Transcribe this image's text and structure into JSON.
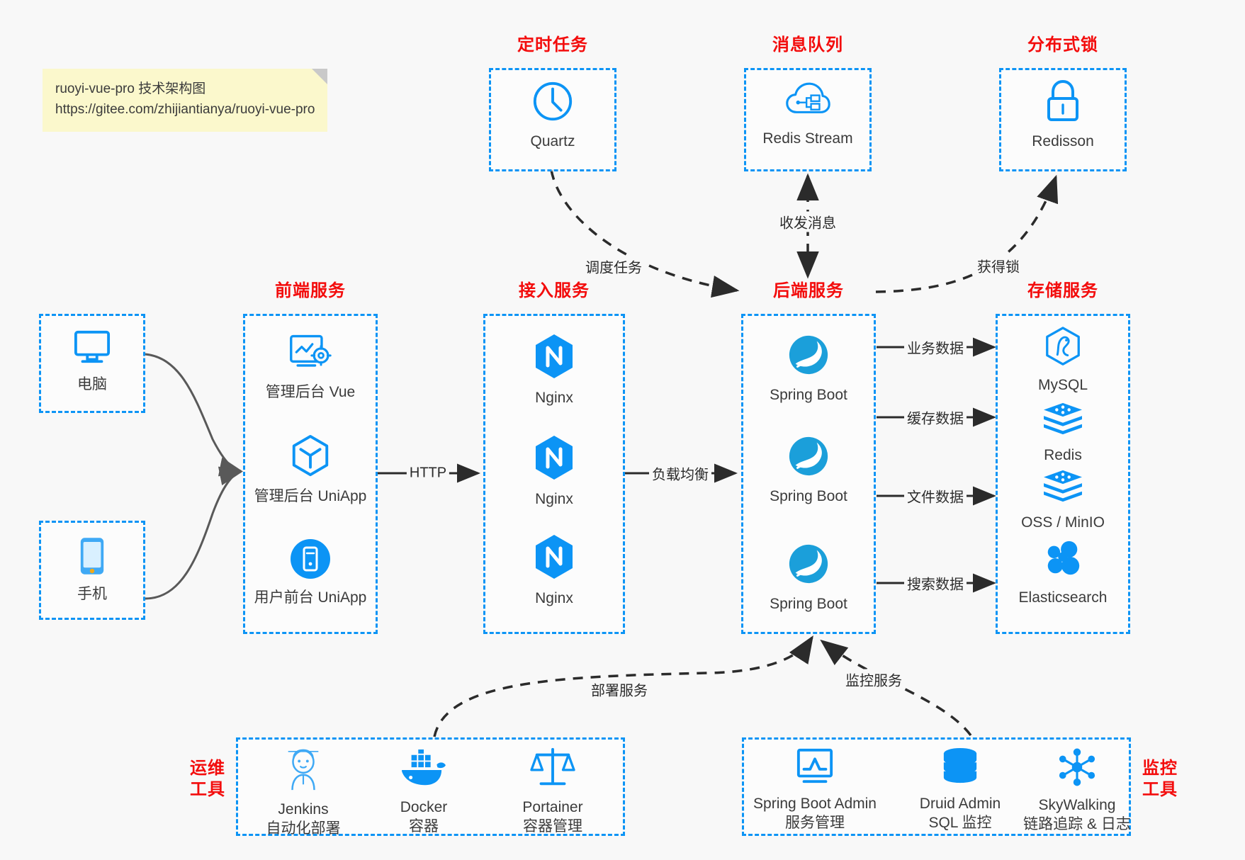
{
  "note": {
    "line1": "ruoyi-vue-pro 技术架构图",
    "line2": "https://gitee.com/zhijiantianya/ruoyi-vue-pro"
  },
  "colors": {
    "group_border": "#0c94f5",
    "group_title": "#f30c0c",
    "icon_blue": "#0c94f5",
    "background": "#f8f8f8",
    "edge": "#2b2b2b",
    "soft_edge": "#4d4d4d",
    "note_bg": "#fbf8cc"
  },
  "groups": {
    "scheduler": {
      "title": "定时任务"
    },
    "mq": {
      "title": "消息队列"
    },
    "lock": {
      "title": "分布式锁"
    },
    "frontend": {
      "title": "前端服务"
    },
    "gateway": {
      "title": "接入服务"
    },
    "backend": {
      "title": "后端服务"
    },
    "storage": {
      "title": "存储服务"
    },
    "devops": {
      "title": "运维\n工具",
      "title_l1": "运维",
      "title_l2": "工具"
    },
    "monitor": {
      "title": "监控\n工具",
      "title_l1": "监控",
      "title_l2": "工具"
    },
    "client_pc": {
      "title": ""
    },
    "client_mobile": {
      "title": ""
    }
  },
  "nodes": {
    "quartz": {
      "label": "Quartz",
      "icon": "clock-icon"
    },
    "redis_stream": {
      "label": "Redis Stream",
      "icon": "cloud-network-icon"
    },
    "redisson": {
      "label": "Redisson",
      "icon": "lock-icon"
    },
    "pc": {
      "label": "电脑",
      "icon": "desktop-monitor-icon"
    },
    "mobile": {
      "label": "手机",
      "icon": "smartphone-icon"
    },
    "admin_vue": {
      "label": "管理后台 Vue",
      "icon": "dashboard-gear-icon"
    },
    "admin_uniapp": {
      "label": "管理后台 UniApp",
      "icon": "uniapp-cube-icon"
    },
    "user_uniapp": {
      "label": "用户前台 UniApp",
      "icon": "mobile-circle-icon"
    },
    "nginx1": {
      "label": "Nginx",
      "icon": "nginx-icon"
    },
    "nginx2": {
      "label": "Nginx",
      "icon": "nginx-icon"
    },
    "nginx3": {
      "label": "Nginx",
      "icon": "nginx-icon"
    },
    "springboot1": {
      "label": "Spring Boot",
      "icon": "spring-boot-icon"
    },
    "springboot2": {
      "label": "Spring Boot",
      "icon": "spring-boot-icon"
    },
    "springboot3": {
      "label": "Spring Boot",
      "icon": "spring-boot-icon"
    },
    "mysql": {
      "label": "MySQL",
      "icon": "mysql-icon"
    },
    "redis": {
      "label": "Redis",
      "icon": "redis-icon"
    },
    "oss": {
      "label": "OSS / MinIO",
      "icon": "oss-icon"
    },
    "elasticsearch": {
      "label": "Elasticsearch",
      "icon": "elasticsearch-icon"
    },
    "jenkins": {
      "label": "Jenkins",
      "sub": "自动化部署",
      "icon": "jenkins-icon"
    },
    "docker": {
      "label": "Docker",
      "sub": "容器",
      "icon": "docker-icon"
    },
    "portainer": {
      "label": "Portainer",
      "sub": "容器管理",
      "icon": "portainer-scale-icon"
    },
    "sba": {
      "label": "Spring Boot Admin",
      "sub": "服务管理",
      "icon": "monitor-chart-icon"
    },
    "druid": {
      "label": "Druid Admin",
      "sub": "SQL 监控",
      "icon": "database-icon"
    },
    "skywalking": {
      "label": "SkyWalking",
      "sub": "链路追踪 & 日志",
      "icon": "skywalking-icon"
    }
  },
  "edges": {
    "schedule_task": "调度任务",
    "send_receive_msg": "收发消息",
    "acquire_lock": "获得锁",
    "http": "HTTP",
    "load_balance": "负载均衡",
    "business_data": "业务数据",
    "cache_data": "缓存数据",
    "file_data": "文件数据",
    "search_data": "搜索数据",
    "deploy_service": "部署服务",
    "monitor_service": "监控服务"
  }
}
